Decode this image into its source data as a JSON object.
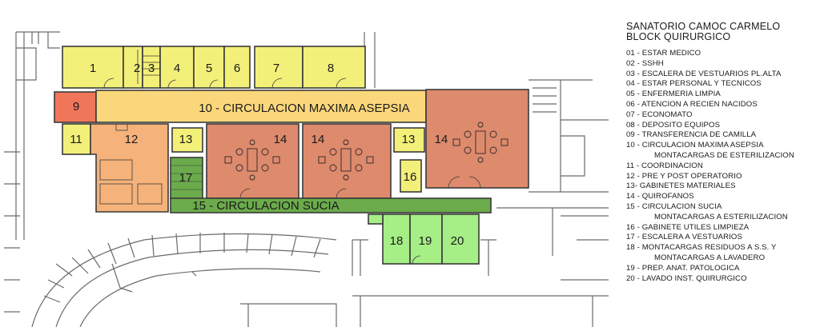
{
  "legend": {
    "title_line1": "SANATORIO CAMOC CARMELO",
    "title_line2": "BLOCK QUIRURGICO",
    "items": [
      "01 - ESTAR MEDICO",
      "02 - SSHH",
      "03 - ESCALERA DE VESTUARIOS PL.ALTA",
      "04 - ESTAR PERSONAL Y TECNICOS",
      "05 - ENFERMERIA LIMPIA",
      "06 - ATENCION A RECIEN NACIDOS",
      "07 - ECONOMATO",
      "08 - DEPOSITO EQUIPOS",
      "09 - TRANSFERENCIA DE CAMILLA",
      "10 - CIRCULACION MAXIMA ASEPSIA",
      "MONTACARGAS DE ESTERILIZACION",
      "11 - COORDINACION",
      "12 - PRE Y POST OPERATORIO",
      "13- GABINETES MATERIALES",
      "14 - QUIROFANOS",
      "15 - CIRCULACION SUCIA",
      "MONTACARGAS A ESTERILIZACION",
      "16 - GABINETE UTILES LIMPIEZA",
      "17 - ESCALERA A VESTUARIOS",
      "18 - MONTACARGAS RESIDUOS A S.S. Y",
      "MONTACARGAS A LAVADERO",
      "19 - PREP. ANAT. PATOLOGICA",
      "20 - LAVADO INST. QUIRURGICO"
    ]
  },
  "plan": {
    "labels": {
      "r1": "1",
      "r2": "2",
      "r3": "3",
      "r4": "4",
      "r5": "5",
      "r6": "6",
      "r7": "7",
      "r8": "8",
      "r9": "9",
      "r10": "10 - CIRCULACION MAXIMA ASEPSIA",
      "r11": "11",
      "r12": "12",
      "r13a": "13",
      "r13b": "13",
      "r14a": "14",
      "r14b": "14",
      "r14c": "14",
      "r16": "16",
      "r17": "17",
      "r15": "15 - CIRCULACION SUCIA",
      "r18": "18",
      "r19": "19",
      "r20": "20"
    },
    "colors": {
      "yellow": "#f3f07a",
      "corridor": "#fbd77c",
      "red": "#f0765a",
      "peach": "#f5b27a",
      "surgery": "#de8a6c",
      "green": "#6bab4b",
      "lightgreen": "#a6ee86",
      "wall": "#3a3a3a"
    }
  }
}
